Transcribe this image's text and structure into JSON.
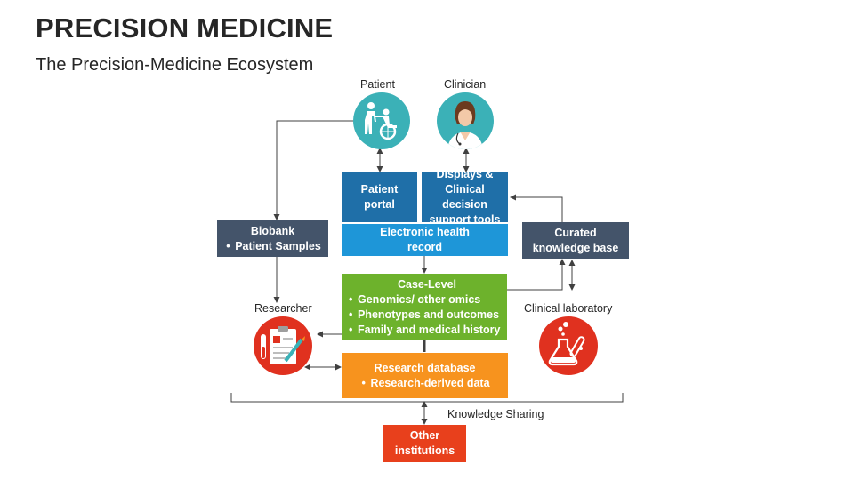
{
  "header": {
    "title": "PRECISION MEDICINE",
    "subtitle": "The Precision-Medicine Ecosystem"
  },
  "labels": {
    "patient": "Patient",
    "clinician": "Clinician",
    "researcher": "Researcher",
    "clinical_laboratory": "Clinical laboratory",
    "knowledge_sharing": "Knowledge Sharing"
  },
  "boxes": {
    "patient_portal": {
      "line1": "Patient",
      "line2": "portal",
      "color": "#1F6FA8"
    },
    "displays": {
      "line1": "Displays &",
      "line2": "Clinical decision",
      "line3": "support tools",
      "color": "#1F6FA8"
    },
    "ehr": {
      "line1": "Electronic health",
      "line2": "record",
      "color": "#1E96D8"
    },
    "biobank": {
      "heading": "Biobank",
      "items": [
        "Patient Samples"
      ],
      "color": "#44546A"
    },
    "curated": {
      "line1": "Curated",
      "line2": "knowledge base",
      "color": "#44546A"
    },
    "case_level": {
      "heading": "Case-Level",
      "items": [
        "Genomics/ other omics",
        "Phenotypes and outcomes",
        "Family and medical history"
      ],
      "color": "#6DB22C"
    },
    "research_db": {
      "heading": "Research database",
      "items": [
        "Research-derived data"
      ],
      "color": "#F7931E"
    },
    "other": {
      "line1": "Other",
      "line2": "institutions",
      "color": "#E8401C"
    }
  },
  "icons": {
    "patient": "patient-wheelchair-icon",
    "clinician": "clinician-doctor-icon",
    "researcher": "clipboard-pen-icon",
    "clinical_laboratory": "lab-flask-icon",
    "teal": "#3BB1B7",
    "red": "#E0311F"
  }
}
